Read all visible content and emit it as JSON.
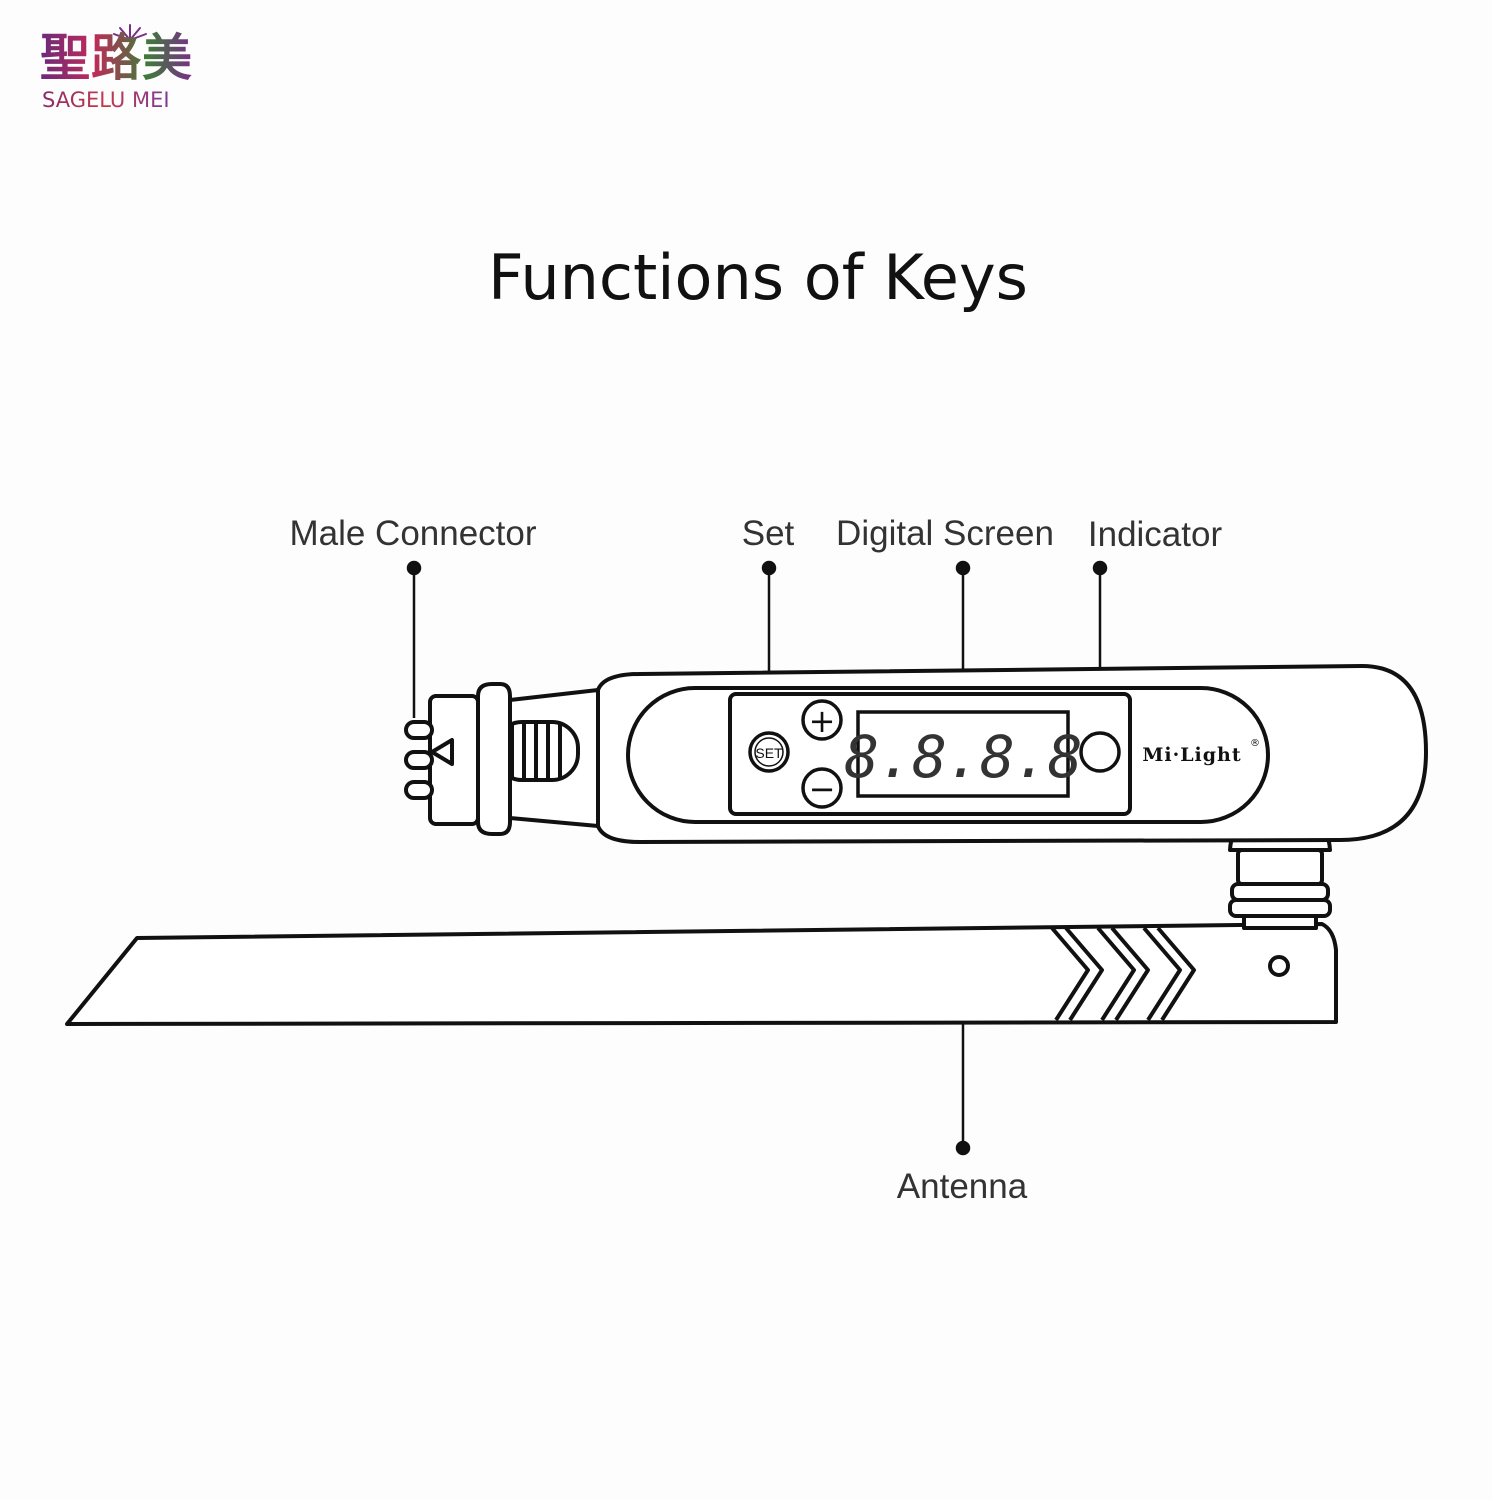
{
  "brand": {
    "name_cn": "聖路美",
    "name_en": "SAGELU MEI"
  },
  "title": "Functions of Keys",
  "labels": {
    "male_connector": "Male Connector",
    "set": "Set",
    "digital_screen": "Digital Screen",
    "indicator": "Indicator",
    "antenna": "Antenna"
  },
  "device": {
    "set_button": "SET",
    "plus_button": "+",
    "minus_button": "−",
    "screen_digits": "8.8.8.8",
    "brand_mark": "Mi·Light",
    "registered": "®"
  },
  "colors": {
    "line": "#111111",
    "label": "#333333",
    "screen_digit": "#333333"
  }
}
